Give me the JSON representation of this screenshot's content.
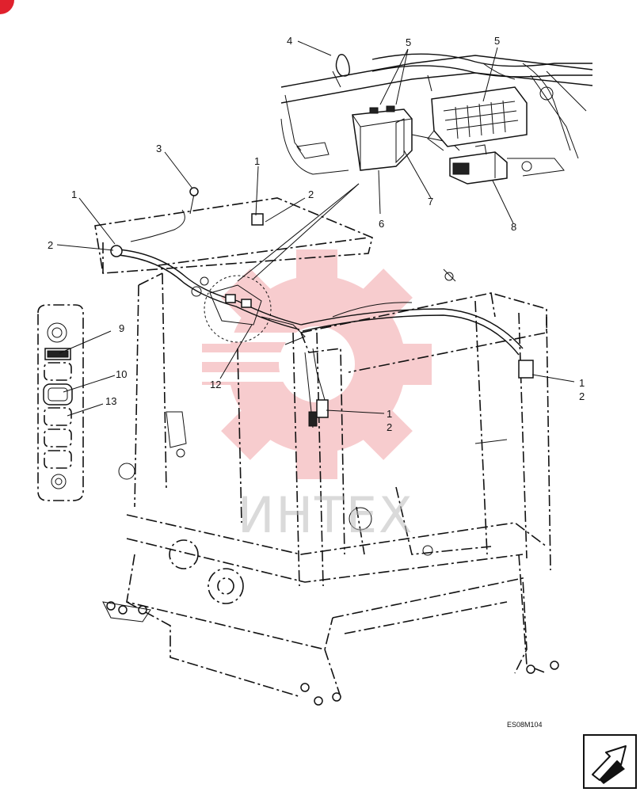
{
  "callouts": [
    {
      "id": "c4",
      "text": "4"
    },
    {
      "id": "c5a",
      "text": "5"
    },
    {
      "id": "c5b",
      "text": "5"
    },
    {
      "id": "c3",
      "text": "3"
    },
    {
      "id": "c1a",
      "text": "1"
    },
    {
      "id": "c1b",
      "text": "1"
    },
    {
      "id": "c2a",
      "text": "2"
    },
    {
      "id": "c2b",
      "text": "2"
    },
    {
      "id": "c6",
      "text": "6"
    },
    {
      "id": "c7",
      "text": "7"
    },
    {
      "id": "c8",
      "text": "8"
    },
    {
      "id": "c9",
      "text": "9"
    },
    {
      "id": "c10",
      "text": "10"
    },
    {
      "id": "c13",
      "text": "13"
    },
    {
      "id": "c12",
      "text": "12"
    },
    {
      "id": "c1c",
      "text": "1"
    },
    {
      "id": "c2c",
      "text": "2"
    },
    {
      "id": "c1d",
      "text": "1"
    },
    {
      "id": "c2d",
      "text": "2"
    }
  ],
  "drawing_code": "ES08M104",
  "watermark": "ИНТЕХ",
  "colors": {
    "watermark_gear": "#f7c7c9",
    "corner_badge": "#e0212d",
    "line": "#111111"
  },
  "icons": {
    "nav_arrow": "arrow-icon"
  }
}
